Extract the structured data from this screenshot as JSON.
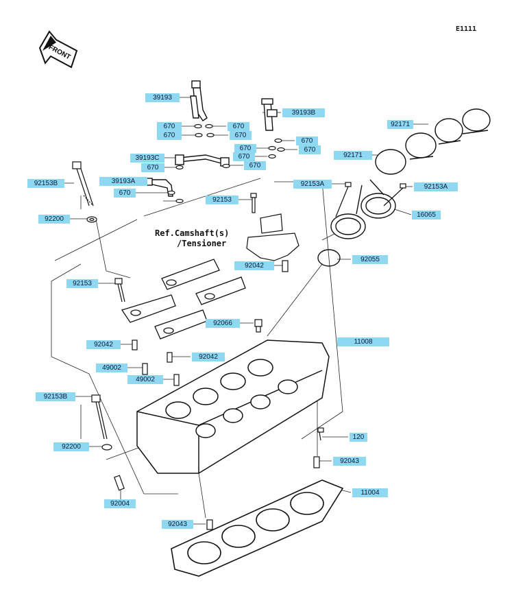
{
  "diagram_code": "E1111",
  "front_label": "FRONT",
  "ref_note": {
    "line1": "Ref.Camshaft(s)",
    "line2": "/Tensioner"
  },
  "labels": {
    "p39193_top": "39193",
    "p39193B": "39193B",
    "p670_a": "670",
    "p670_b": "670",
    "p670_c": "670",
    "p670_d": "670",
    "p670_e": "670",
    "p670_f": "670",
    "p670_g": "670",
    "p670_h": "670",
    "p670_i": "670",
    "p670_j": "670",
    "p670_k": "670",
    "p39193C": "39193C",
    "p39193A": "39193A",
    "p92153B_top": "92153B",
    "p92153_mid": "92153",
    "p92153A_left": "92153A",
    "p92153A_right": "92153A",
    "p92171_top": "92171",
    "p92171_mid": "92171",
    "p16065": "16065",
    "p92200_top": "92200",
    "p92055": "92055",
    "p92042_top": "92042",
    "p92153_left": "92153",
    "p92066": "92066",
    "p11008": "11008",
    "p92042_left": "92042",
    "p92042_mid": "92042",
    "p49002_a": "49002",
    "p49002_b": "49002",
    "p92153B_bot": "92153B",
    "p120": "120",
    "p92200_bot": "92200",
    "p92043_right": "92043",
    "p11004": "11004",
    "p92004": "92004",
    "p92043_bot": "92043"
  },
  "colors": {
    "label_bg": "#8fd8f2",
    "line": "#222222"
  }
}
